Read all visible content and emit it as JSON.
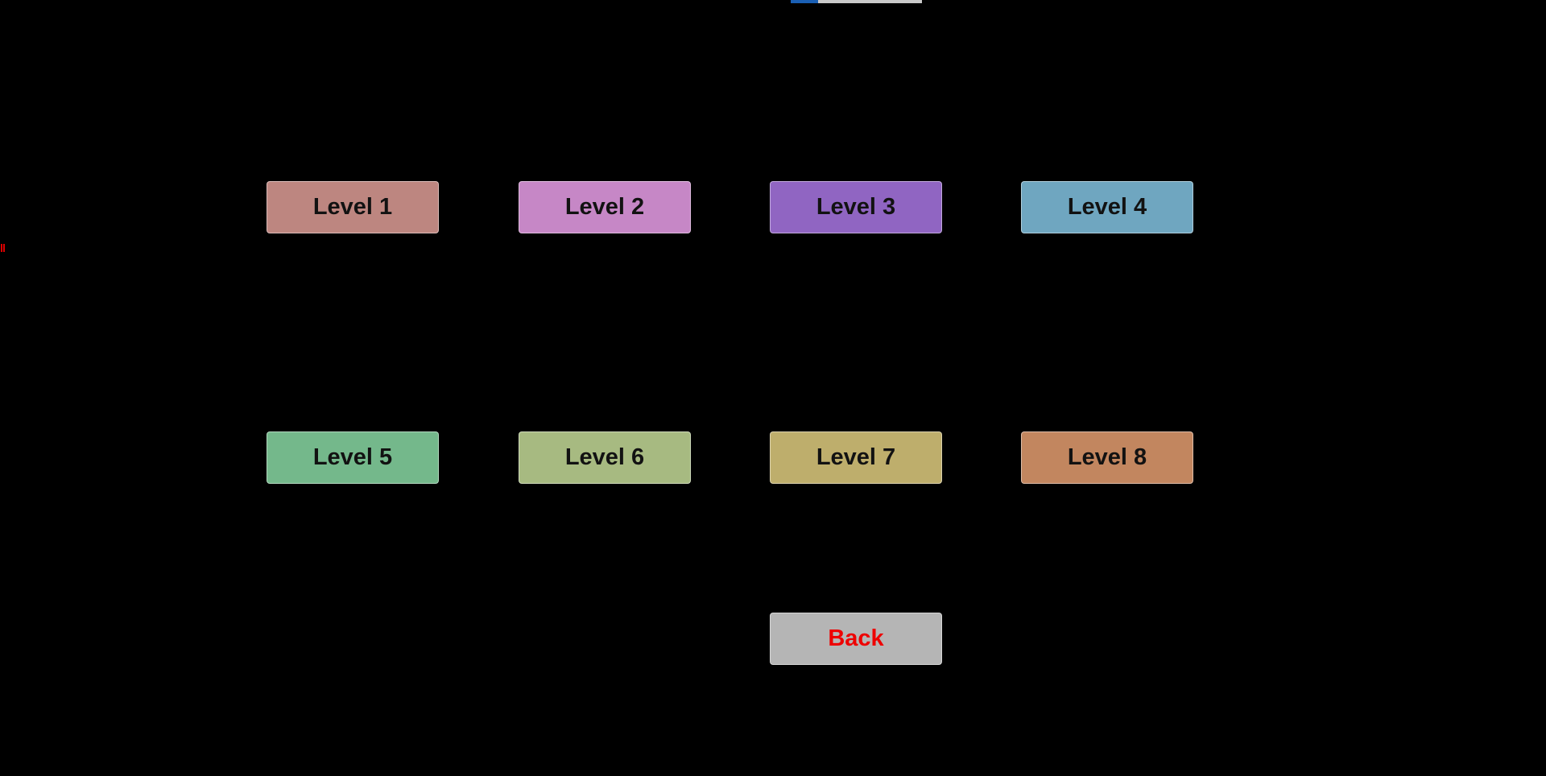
{
  "window": {
    "background": "#000000"
  },
  "progress_bar": {
    "track_color": "#c9c9c9",
    "fill_color": "#1a5fb4",
    "fill_width": "21%"
  },
  "level_select": {
    "levels": [
      {
        "label": "Level 1",
        "color": "#bd8680"
      },
      {
        "label": "Level 2",
        "color": "#c687c6"
      },
      {
        "label": "Level 3",
        "color": "#9065c2"
      },
      {
        "label": "Level 4",
        "color": "#6fa6c0"
      },
      {
        "label": "Level 5",
        "color": "#74b88b"
      },
      {
        "label": "Level 6",
        "color": "#a7ba81"
      },
      {
        "label": "Level 7",
        "color": "#beae6c"
      },
      {
        "label": "Level 8",
        "color": "#c2865f"
      }
    ],
    "label_text_color": "#121212"
  },
  "back_button": {
    "label": "Back",
    "color": "#b5b5b5",
    "text_color": "#ee0000"
  },
  "artifact": {
    "color": "#dd0000"
  }
}
